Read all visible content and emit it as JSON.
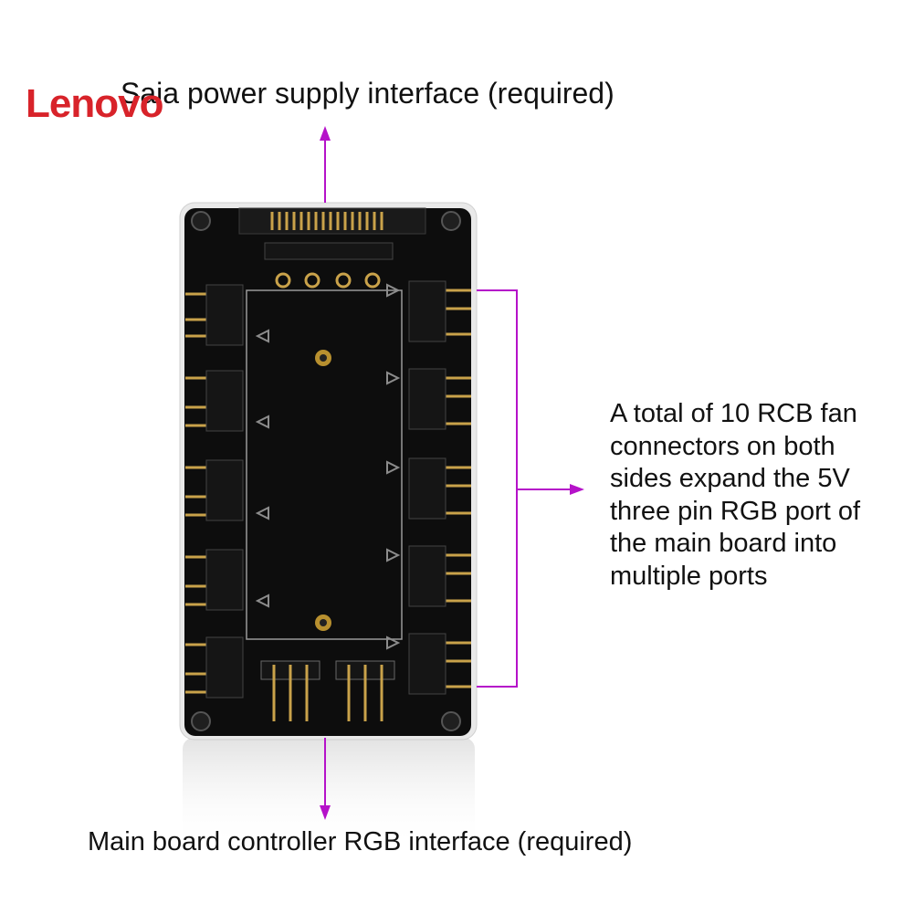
{
  "brand": {
    "logo_text": "Lenovo",
    "logo_color": "#d8232a"
  },
  "labels": {
    "top": "Saia power supply interface (required)",
    "bottom": "Main board controller RGB interface (required)",
    "right_lines": [
      "A total of 10 RCB fan",
      "connectors on both",
      "sides expand the 5V",
      "three pin RGB port of",
      "the main board into",
      "multiple ports"
    ]
  },
  "colors": {
    "annotation": "#b512c9",
    "board": "#0d0d0d",
    "pin": "#c9a24a"
  }
}
